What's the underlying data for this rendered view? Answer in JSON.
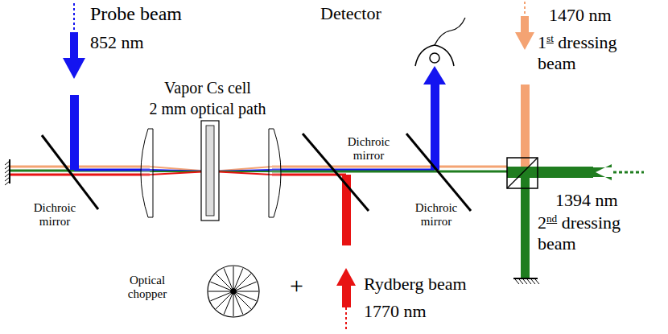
{
  "diagram": {
    "labels": [
      "Probe beam",
      "852 nm",
      "Vapor Cs cell",
      "2 mm optical path",
      "Detector",
      "1470 nm",
      "1st dressing beam",
      "Dichroic mirror",
      "Dichroic mirror",
      "Dichroic mirror",
      "1394 nm",
      "2nd dressing beam",
      "Optical chopper",
      "+",
      "Rydberg beam",
      "1770 nm"
    ]
  }
}
